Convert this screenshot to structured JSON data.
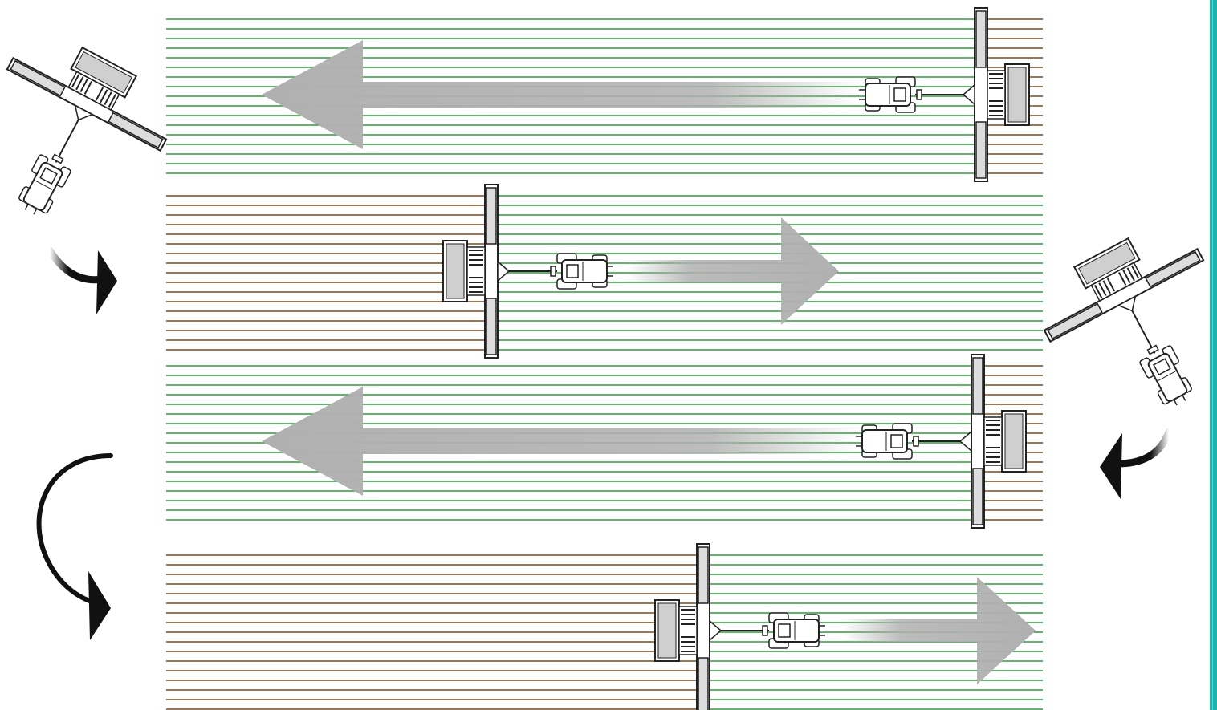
{
  "diagram": {
    "description_text": "",
    "colors": {
      "unworked_rows": "#2e9a3a",
      "worked_rows": "#7a4a1e",
      "direction_arrow": "#b4b4b4",
      "turn_arrow": "#111111",
      "machine_outline": "#2a2a2a",
      "machine_fill": "#ffffff",
      "accent_bar": "#17b3b0"
    },
    "passes": [
      {
        "index": 1,
        "direction": "left",
        "icon": "arrow-left-icon"
      },
      {
        "index": 2,
        "direction": "right",
        "icon": "arrow-right-icon"
      },
      {
        "index": 3,
        "direction": "left",
        "icon": "arrow-left-icon"
      },
      {
        "index": 4,
        "direction": "right",
        "icon": "arrow-right-icon"
      }
    ],
    "turns": [
      {
        "side": "left",
        "between": [
          1,
          2
        ],
        "icon": "curved-arrow-icon"
      },
      {
        "side": "right",
        "between": [
          2,
          3
        ],
        "icon": "curved-arrow-icon"
      },
      {
        "side": "left",
        "between": [
          3,
          4
        ],
        "icon": "curved-arrow-icon"
      }
    ],
    "machine": {
      "icon": "tractor-with-disc-mower-icon"
    }
  }
}
